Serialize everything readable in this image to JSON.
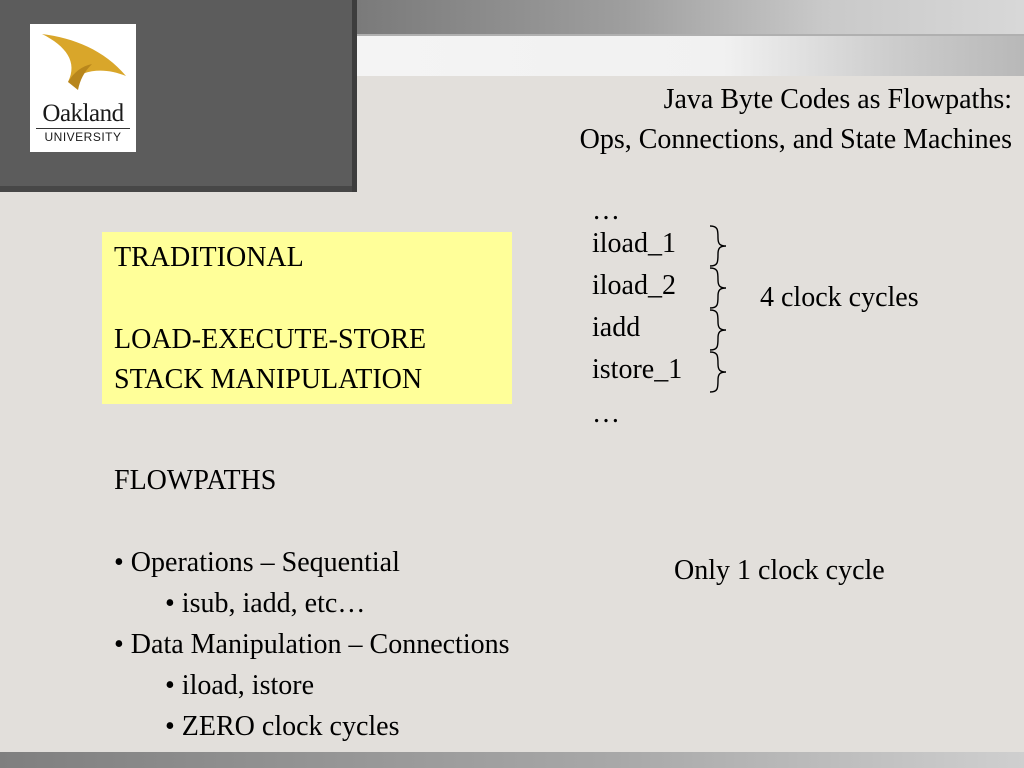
{
  "logo": {
    "name_line1": "Oakland",
    "name_line2": "UNIVERSITY"
  },
  "title": {
    "line1": "Java Byte Codes as Flowpaths:",
    "line2": "Ops, Connections, and State Machines"
  },
  "traditional": {
    "heading": "TRADITIONAL",
    "line1": "LOAD-EXECUTE-STORE",
    "line2": "STACK MANIPULATION"
  },
  "bytecode": {
    "lines": [
      "…",
      "iload_1",
      "iload_2",
      "iadd",
      "istore_1",
      "…"
    ],
    "cycles_label": "4 clock cycles"
  },
  "flowpaths": {
    "heading": "FLOWPATHS",
    "item1": "• Operations – Sequential",
    "item1_sub": "•  isub, iadd, etc…",
    "item2": "• Data Manipulation – Connections",
    "item2_sub1": "•  iload, istore",
    "item2_sub2": "•  ZERO clock cycles",
    "cycles_label": "Only 1 clock cycle"
  },
  "colors": {
    "background": "#e2dfdb",
    "highlight_box": "#ffff99",
    "logo_gold": "#d9a62a"
  },
  "icons": [
    "oakland-logo-icon",
    "right-brace-icon"
  ]
}
